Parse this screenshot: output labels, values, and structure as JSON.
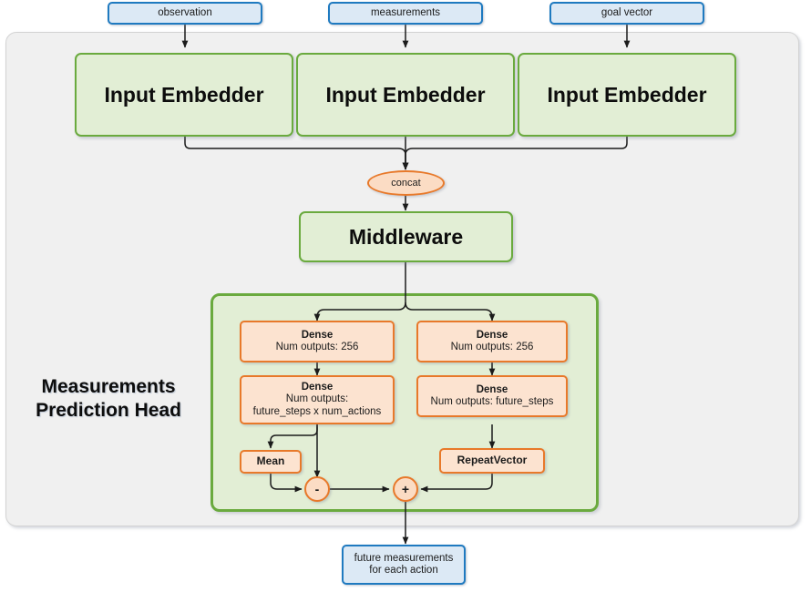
{
  "diagram": {
    "title": "Measurements Prediction Head network diagram",
    "section_label_line1": "Measurements",
    "section_label_line2": "Prediction Head",
    "colors": {
      "outer_frame_bg": "#f0f0f0",
      "outer_frame_border": "#d3d3d3",
      "green_fill": "#e2eed5",
      "green_border": "#6aaa3e",
      "orange_fill": "#fce3d0",
      "orange_border": "#e8792a",
      "blue_fill": "#dce9f5",
      "blue_border": "#1f7ac0",
      "wire": "#1b1b1b"
    }
  },
  "inputs": [
    {
      "label": "observation"
    },
    {
      "label": "measurements"
    },
    {
      "label": "goal vector"
    }
  ],
  "embedders": [
    {
      "label": "Input Embedder"
    },
    {
      "label": "Input Embedder"
    },
    {
      "label": "Input Embedder"
    }
  ],
  "concat": {
    "label": "concat"
  },
  "middleware": {
    "label": "Middleware"
  },
  "head": {
    "left_branch": {
      "dense1": {
        "title": "Dense",
        "line2": "Num outputs: 256"
      },
      "dense2": {
        "title": "Dense",
        "line2": "Num outputs:",
        "line3": "future_steps x num_actions"
      },
      "mean": {
        "label": "Mean"
      },
      "op": {
        "symbol": "-"
      }
    },
    "right_branch": {
      "dense1": {
        "title": "Dense",
        "line2": "Num outputs: 256"
      },
      "dense2": {
        "title": "Dense",
        "line2": "Num outputs: future_steps"
      },
      "repeat_vector": {
        "label": "RepeatVector"
      },
      "op": {
        "symbol": "+"
      }
    }
  },
  "output": {
    "line1": "future measurements",
    "line2": "for each action"
  }
}
